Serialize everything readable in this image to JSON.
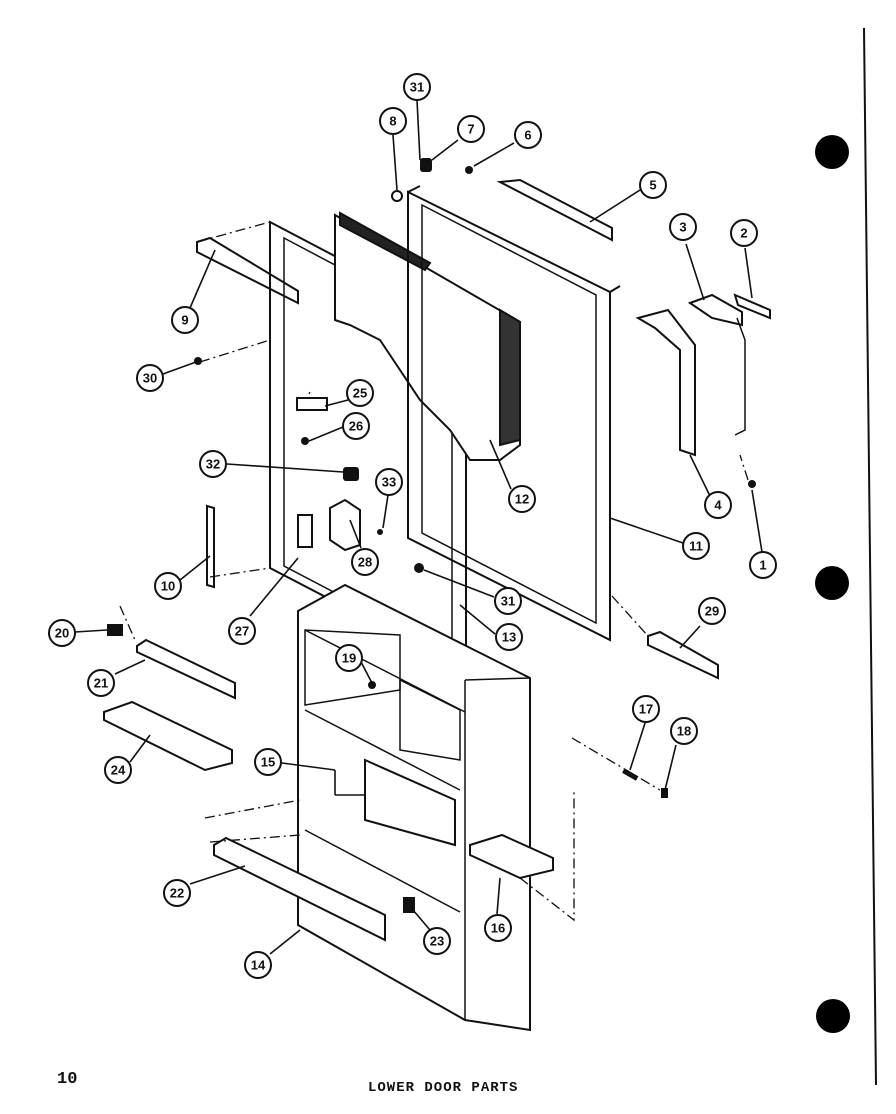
{
  "page": {
    "number": "10",
    "caption": "LOWER DOOR PARTS"
  },
  "callouts": [
    "31",
    "8",
    "7",
    "6",
    "5",
    "3",
    "2",
    "9",
    "30",
    "25",
    "26",
    "32",
    "33",
    "12",
    "4",
    "1",
    "11",
    "10",
    "28",
    "27",
    "31",
    "13",
    "29",
    "20",
    "21",
    "19",
    "24",
    "15",
    "17",
    "18",
    "22",
    "16",
    "23",
    "14"
  ]
}
